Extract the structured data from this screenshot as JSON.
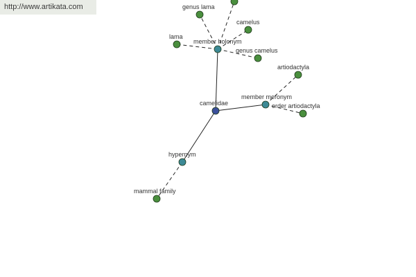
{
  "watermark": {
    "url": "http://www.artikata.com"
  },
  "graph": {
    "nodes": [
      {
        "id": "camelidae",
        "label": "camelidae",
        "kind": "root",
        "color": "#3b4f9b"
      },
      {
        "id": "member-holonym",
        "label": "member holonym",
        "kind": "relation",
        "color": "#3d8a96"
      },
      {
        "id": "member-meronym",
        "label": "member meronym",
        "kind": "relation",
        "color": "#3d8a96"
      },
      {
        "id": "hypernym",
        "label": "hypernym",
        "kind": "relation",
        "color": "#3d8a96"
      },
      {
        "id": "genus-lama",
        "label": "genus lama",
        "kind": "leaf",
        "color": "#4a8f3e"
      },
      {
        "id": "camelus",
        "label": "camelus",
        "kind": "leaf",
        "color": "#4a8f3e"
      },
      {
        "id": "lama",
        "label": "lama",
        "kind": "leaf",
        "color": "#4a8f3e"
      },
      {
        "id": "genus-camelus",
        "label": "genus camelus",
        "kind": "leaf",
        "color": "#4a8f3e"
      },
      {
        "id": "top-offscreen",
        "label": "",
        "kind": "leaf",
        "color": "#4a8f3e"
      },
      {
        "id": "artiodactyla",
        "label": "artiodactyla",
        "kind": "leaf",
        "color": "#4a8f3e"
      },
      {
        "id": "order-artiodactyla",
        "label": "order artiodactyla",
        "kind": "leaf",
        "color": "#4a8f3e"
      },
      {
        "id": "mammal-family",
        "label": "mammal family",
        "kind": "leaf",
        "color": "#4a8f3e"
      }
    ],
    "edges": [
      {
        "from": "camelidae",
        "to": "member-holonym",
        "style": "solid"
      },
      {
        "from": "camelidae",
        "to": "member-meronym",
        "style": "solid"
      },
      {
        "from": "camelidae",
        "to": "hypernym",
        "style": "solid"
      },
      {
        "from": "member-holonym",
        "to": "genus-lama",
        "style": "dashed"
      },
      {
        "from": "member-holonym",
        "to": "camelus",
        "style": "dashed"
      },
      {
        "from": "member-holonym",
        "to": "lama",
        "style": "dashed"
      },
      {
        "from": "member-holonym",
        "to": "genus-camelus",
        "style": "dashed"
      },
      {
        "from": "member-holonym",
        "to": "top-offscreen",
        "style": "dashed"
      },
      {
        "from": "member-meronym",
        "to": "artiodactyla",
        "style": "dashed"
      },
      {
        "from": "member-meronym",
        "to": "order-artiodactyla",
        "style": "dashed"
      },
      {
        "from": "hypernym",
        "to": "mammal-family",
        "style": "dashed"
      }
    ]
  }
}
